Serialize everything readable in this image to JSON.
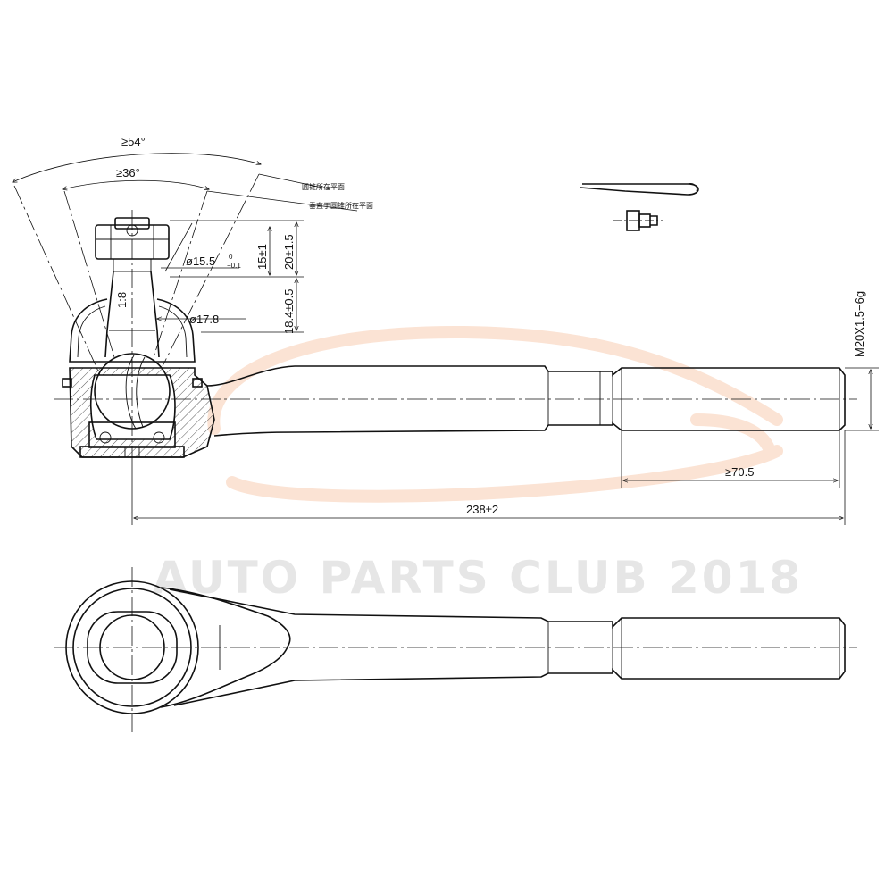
{
  "watermark": {
    "text": "AUTO PARTS CLUB 2018",
    "swoosh_color": "#fbe3d4",
    "text_color": "#e6e6e6"
  },
  "dimensions": {
    "angle_outer": "≥54°",
    "angle_inner": "≥36°",
    "note_1": "圆锥所在平面",
    "note_2": "垂直于圆锥所在平面",
    "diameter_taper": "ø15.5",
    "tol_upper": "0",
    "tol_lower": "−0.1",
    "taper_ratio": "1:8",
    "height_1": "15±1",
    "height_2": "20±1.5",
    "height_3": "18.4±0.5",
    "diameter_boot": "ø17.8",
    "thread": "M20X1.5−6g",
    "thread_length": "≥70.5",
    "overall_length": "238±2"
  },
  "accessories": {
    "cotter_pin": "cotter-pin",
    "grease_fitting": "grease-nipple"
  },
  "colors": {
    "line": "#111111",
    "background": "#ffffff"
  }
}
